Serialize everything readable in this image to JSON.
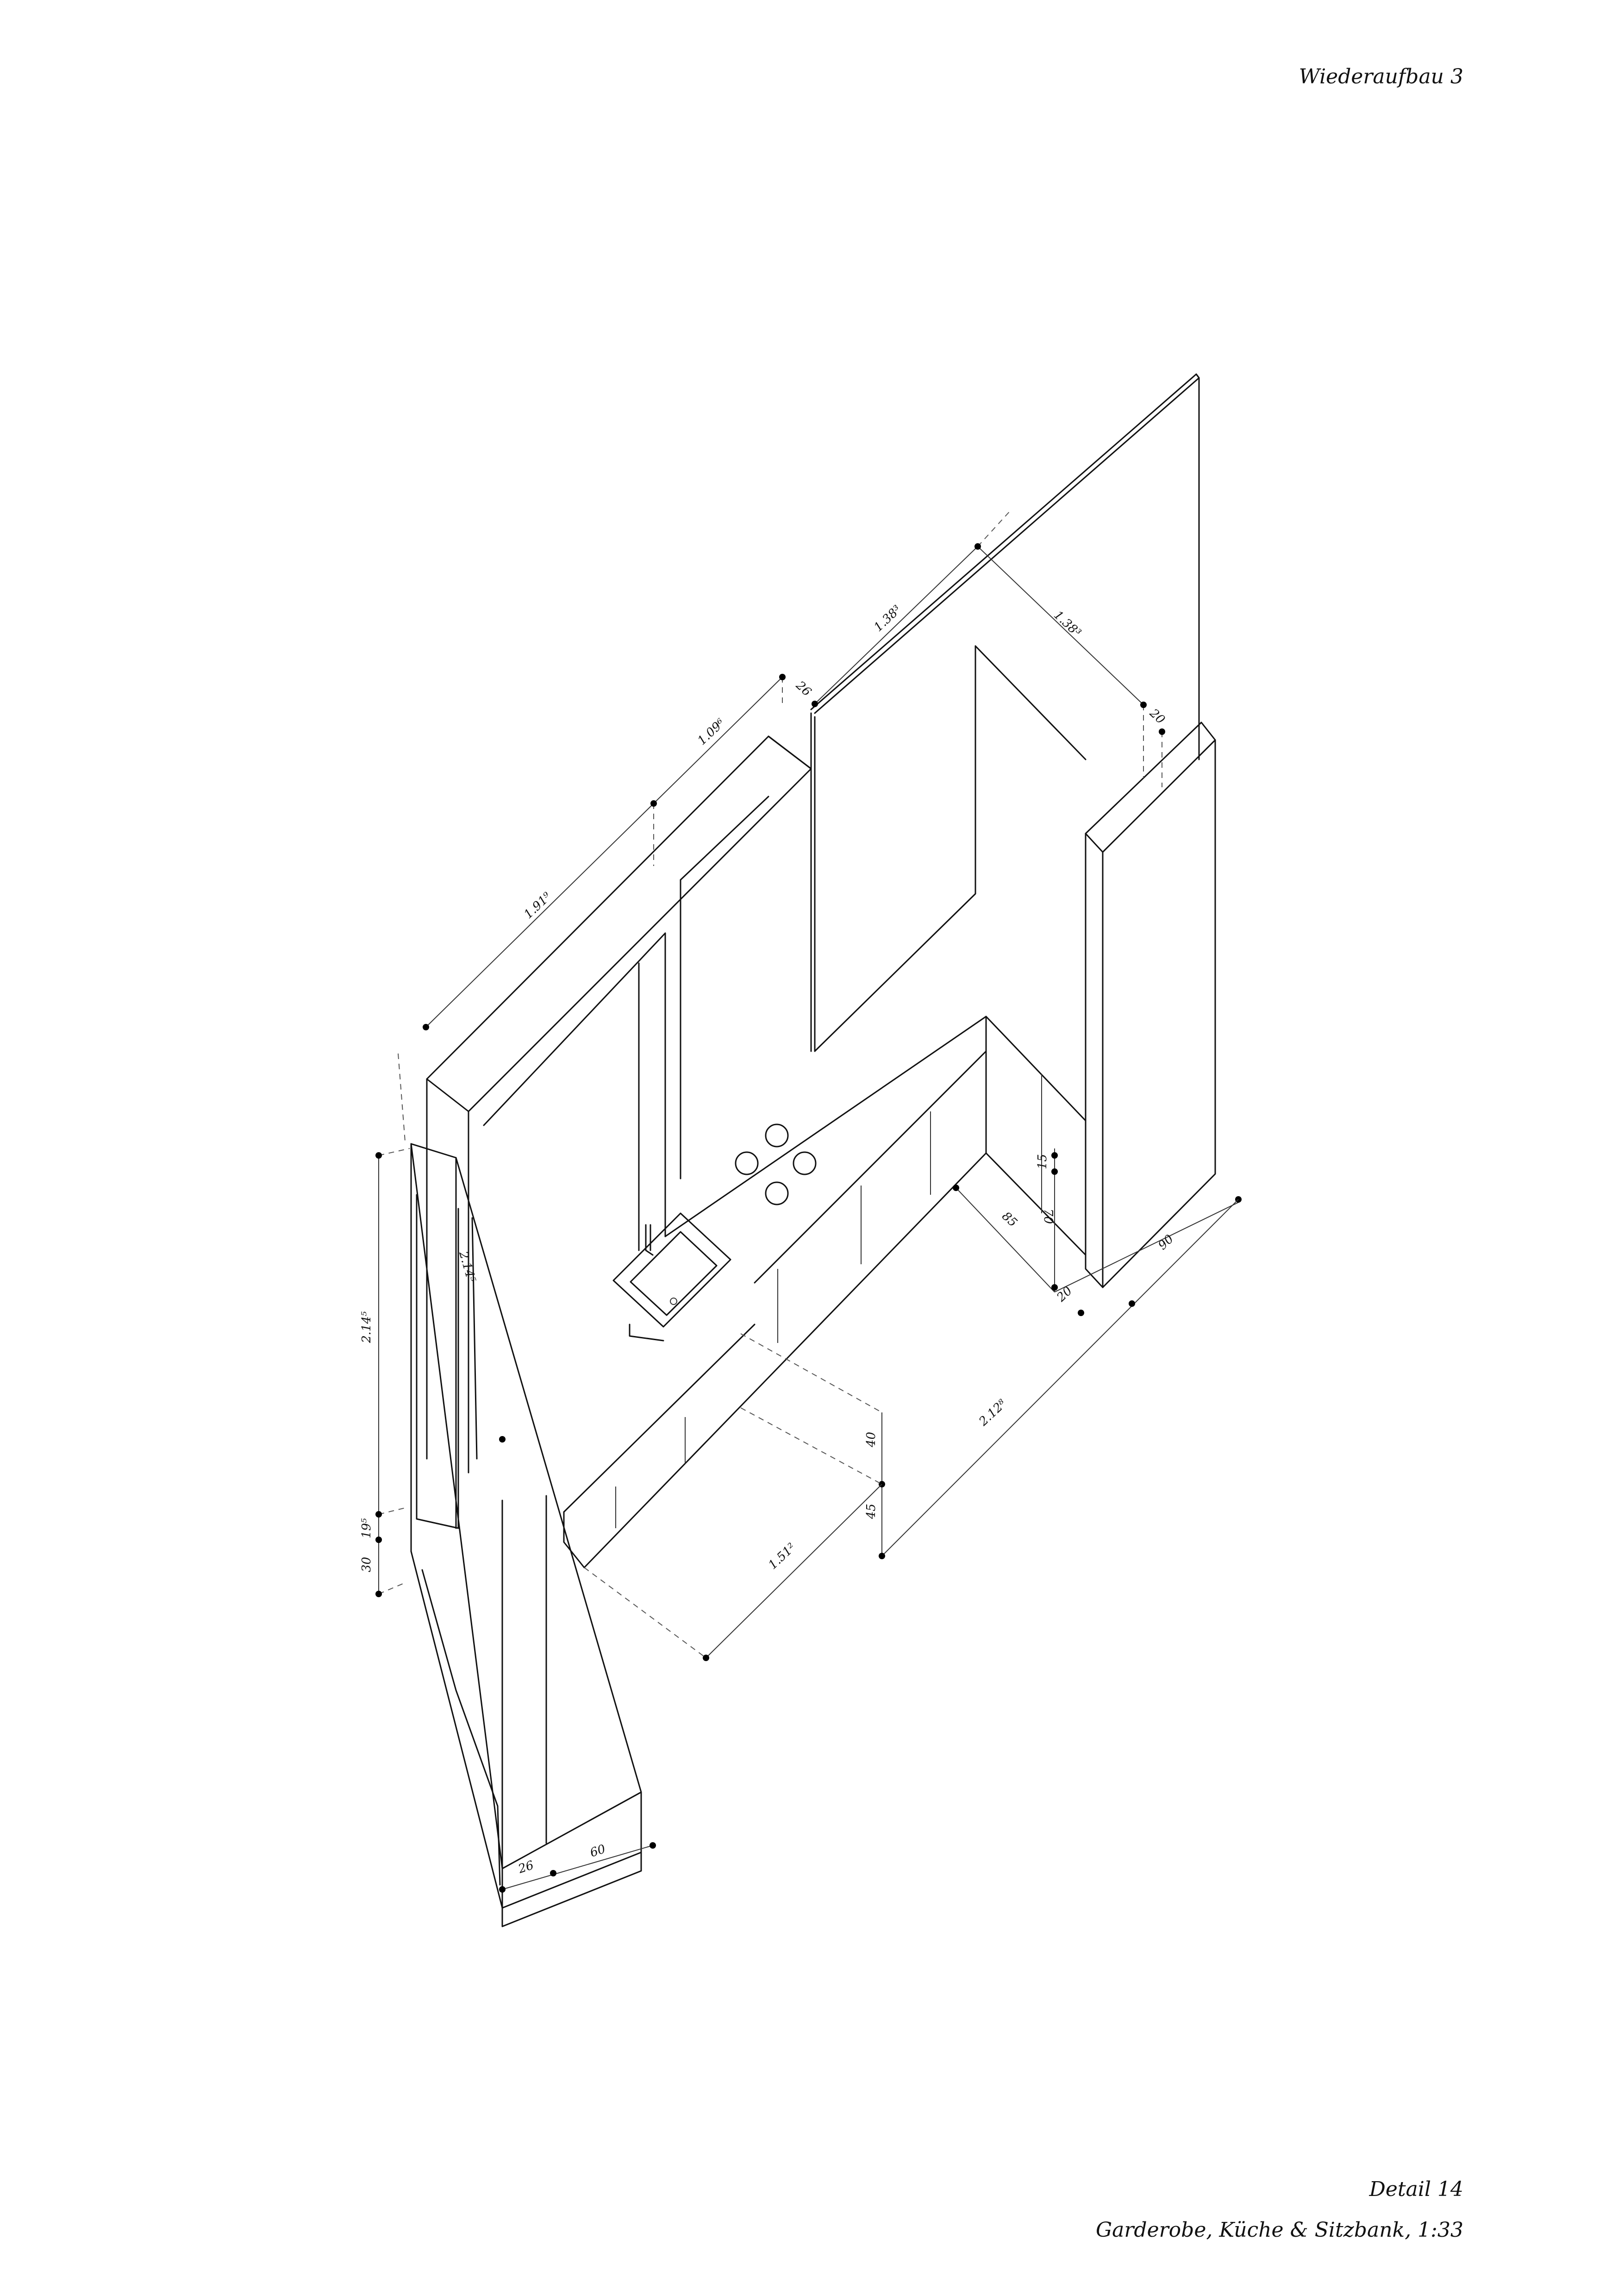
{
  "header": {
    "title": "Wiederaufbau 3"
  },
  "footer": {
    "detail": "Detail 14",
    "caption": "Garderobe, Küche & Sitzbank, 1:33"
  },
  "dimensions": {
    "d_191_9": "1.91⁹",
    "d_109_6": "1.09⁶",
    "d_26_top": "26",
    "d_138_3_a": "1.38³",
    "d_138_3_b": "1.38³",
    "d_20_top": "20",
    "d_214_5_a": "2.14⁵",
    "d_214_5_b": "2.14⁵",
    "d_19_5": "19⁵",
    "d_30": "30",
    "d_15": "15",
    "d_70": "70",
    "d_85": "85",
    "d_20_right": "20",
    "d_90": "90",
    "d_212_8": "2.12⁸",
    "d_40": "40",
    "d_45": "45",
    "d_151_2": "1.51²",
    "d_26_bottom": "26",
    "d_60": "60"
  }
}
